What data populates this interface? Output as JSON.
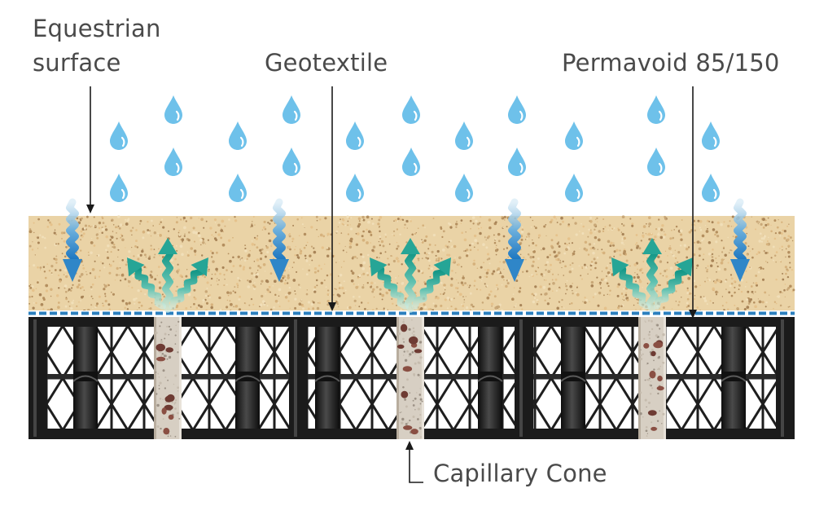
{
  "labels": {
    "equestrian_line1": "Equestrian",
    "equestrian_line2": "surface",
    "geotextile": "Geotextile",
    "permavoid": "Permavoid 85/150",
    "capillary_cone": "Capillary Cone"
  },
  "colors": {
    "sand": "#ead3a6",
    "rain": "#6fc0e8",
    "drain_arrow": "#2f86c8",
    "wick_arrow": "#26a596",
    "geotextile": "#2b7fbe",
    "crate": "#1b1b1b",
    "cone": "#d7cfc3",
    "label_text": "#4a4a4a"
  },
  "icons": {
    "rain": "water-drop-icon",
    "drain": "down-arrow-icon",
    "wick": "upward-spread-arrows-icon"
  }
}
